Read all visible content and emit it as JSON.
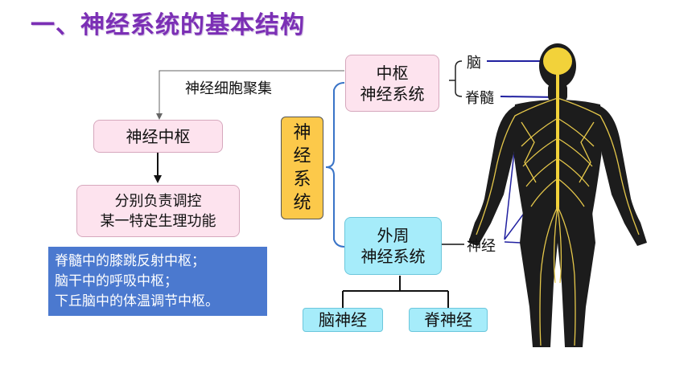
{
  "title": "一、神经系统的基本结构",
  "left": {
    "gather_label": "神经细胞聚集",
    "center_box": "神经中枢",
    "function_box": [
      "分别负责调控",
      "某一特定生理功能"
    ],
    "examples": [
      "脊髓中的膝跳反射中枢；",
      "脑干中的呼吸中枢；",
      "下丘脑中的体温调节中枢。"
    ]
  },
  "system": {
    "label": [
      "神",
      "经",
      "系",
      "统"
    ],
    "central": [
      "中枢",
      "神经系统"
    ],
    "peripheral": [
      "外周",
      "神经系统"
    ],
    "brain": "脑",
    "spinal_cord": "脊髓",
    "cranial_nerve": "脑神经",
    "spinal_nerve": "脊神经",
    "nerve": "神经"
  },
  "colors": {
    "title": "#7b2fb5",
    "pink_box": "#fde3ee",
    "cyan_box": "#a6ecfa",
    "gold_box": "#fcc94a",
    "blue_box": "#4b79cf",
    "bracket": "#3a74c7",
    "nerve": "#e6c84a"
  },
  "icons": {
    "body_figure": "human-nervous-system-figure"
  }
}
